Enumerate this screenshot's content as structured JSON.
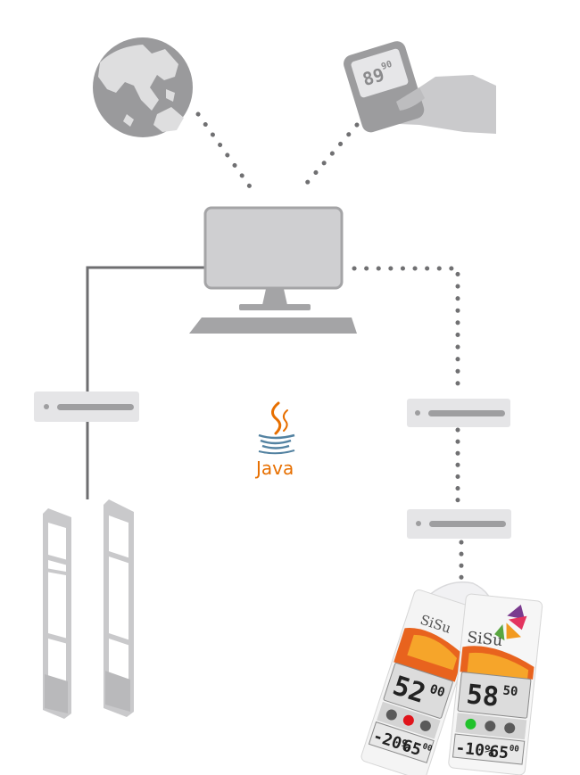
{
  "handheld": {
    "price_main": "89",
    "price_cents": "90"
  },
  "java": {
    "label": "Java"
  },
  "tags": [
    {
      "brand": "SiSu",
      "price_main": "52",
      "price_cents": "00",
      "lights": [
        "#5a5a5a",
        "#e0141b",
        "#5a5a5a"
      ],
      "discount": "-20%",
      "new_price_main": "65",
      "new_price_cents": "00"
    },
    {
      "brand": "SiSu",
      "price_main": "58",
      "price_cents": "50",
      "lights": [
        "#21c22b",
        "#5a5a5a",
        "#5a5a5a"
      ],
      "discount": "-10%",
      "new_price_main": "65",
      "new_price_cents": "00"
    }
  ],
  "colors": {
    "device_gray": "#cfcfd1",
    "device_stroke": "#a4a4a6",
    "line_gray": "#6e6e70",
    "dot_gray": "#707072",
    "java_orange": "#e76f00",
    "java_blue": "#5382a1"
  }
}
